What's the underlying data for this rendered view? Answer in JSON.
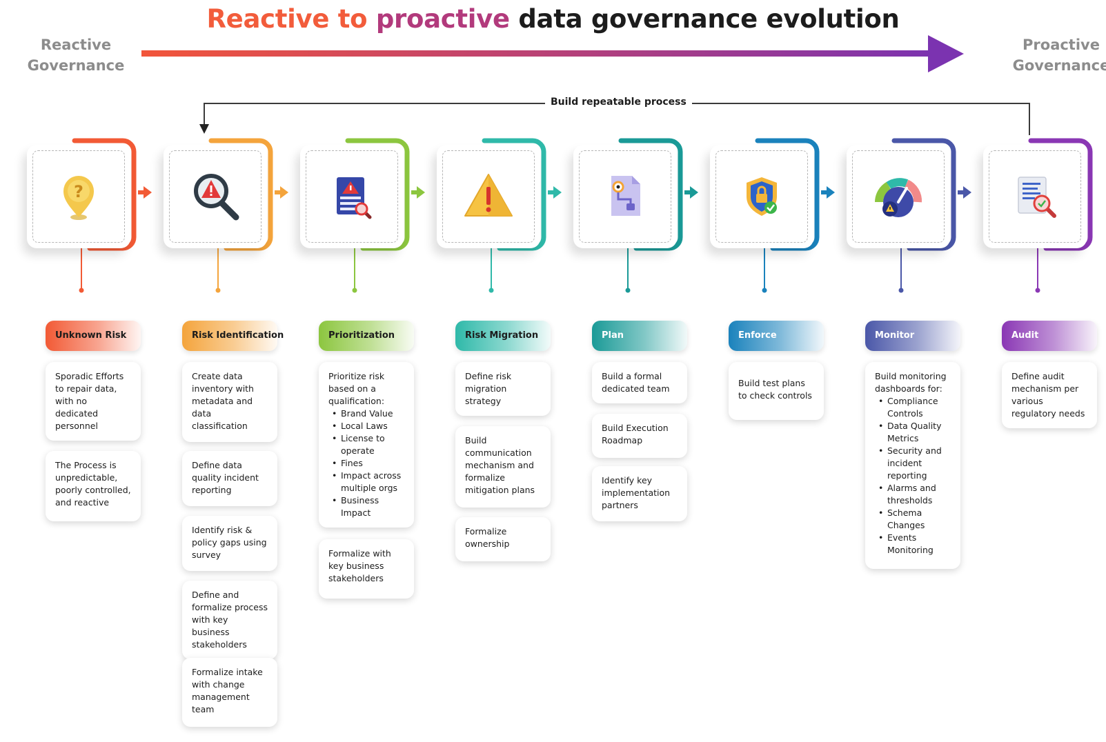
{
  "title": {
    "part1": "Reactive to",
    "part2": "proactive",
    "part3": "data governance evolution"
  },
  "left_label": {
    "line1": "Reactive",
    "line2": "Governance"
  },
  "right_label": {
    "line1": "Proactive",
    "line2": "Governance"
  },
  "loop_label": "Build  repeatable process",
  "stages": [
    {
      "name": "Unknown Risk",
      "color": "#f25a35",
      "icon": "question-pin-icon",
      "boxes": [
        {
          "text": "Sporadic Efforts to repair data, with no dedicated personnel"
        },
        {
          "text": "The Process is unpredictable, poorly controlled, and reactive"
        }
      ]
    },
    {
      "name": "Risk Identification",
      "color": "#f4a43c",
      "icon": "magnifier-alert-icon",
      "boxes": [
        {
          "text": "Create data inventory with metadata and data classification"
        },
        {
          "text": "Define data quality incident reporting"
        },
        {
          "text": "Identify risk & policy gaps using survey"
        },
        {
          "text": "Define and formalize process with key business stakeholders"
        },
        {
          "text": "Formalize intake with change management team"
        }
      ]
    },
    {
      "name": "Prioritization",
      "color": "#8cc63f",
      "icon": "risk-document-icon",
      "boxes": [
        {
          "text": "Prioritize risk based on a qualification:",
          "bullets": [
            "Brand Value",
            "Local Laws",
            "License to operate",
            "Fines",
            "Impact across multiple orgs",
            "Business Impact"
          ]
        },
        {
          "text": "Formalize with key business stakeholders"
        }
      ]
    },
    {
      "name": "Risk Migration",
      "color": "#2fb9a9",
      "icon": "warning-triangle-icon",
      "boxes": [
        {
          "text": "Define risk migration strategy"
        },
        {
          "text": "Build communication mechanism and formalize mitigation plans"
        },
        {
          "text": "Formalize ownership"
        }
      ]
    },
    {
      "name": "Plan",
      "color": "#1a9a97",
      "icon": "plan-document-icon",
      "boxes": [
        {
          "text": "Build a formal dedicated team"
        },
        {
          "text": "Build Execution Roadmap"
        },
        {
          "text": "Identify key implementation partners"
        }
      ]
    },
    {
      "name": "Enforce",
      "color": "#1a82bc",
      "icon": "shield-lock-icon",
      "boxes": [
        {
          "text": "Build test plans to check controls"
        }
      ]
    },
    {
      "name": "Monitor",
      "color": "#4a57a8",
      "icon": "gauge-alert-icon",
      "boxes": [
        {
          "text": "Build monitoring dashboards for:",
          "bullets": [
            "Compliance Controls",
            "Data Quality Metrics",
            "Security and incident reporting",
            "Alarms and thresholds",
            "Schema Changes",
            "Events Monitoring"
          ]
        }
      ]
    },
    {
      "name": "Audit",
      "color": "#8a37b4",
      "icon": "audit-document-icon",
      "boxes": [
        {
          "text": "Define audit mechanism per various regulatory needs"
        }
      ]
    }
  ]
}
